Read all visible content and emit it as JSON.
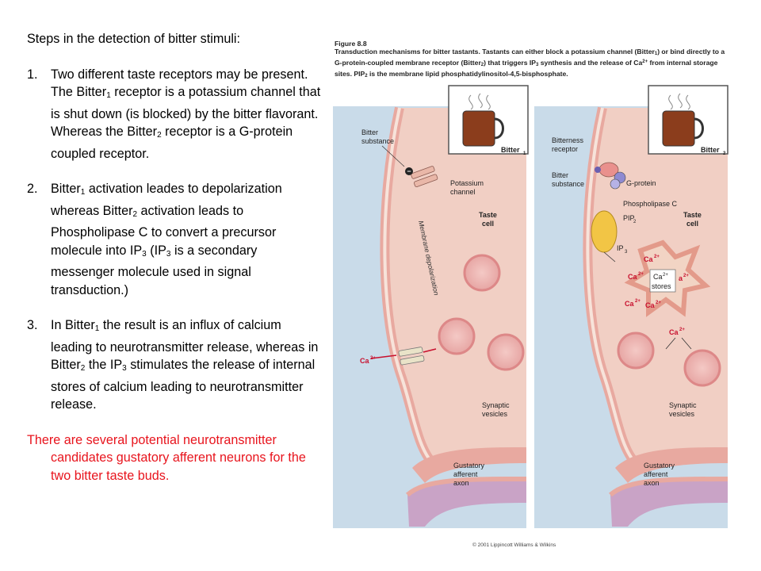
{
  "left_text": {
    "heading": "Steps in the detection of bitter stimuli:",
    "steps": [
      {
        "num": "1.",
        "a": "Two different taste receptors may be present.  The Bitter",
        "s1": "1",
        "b": " receptor is a potassium channel that is shut down (is blocked) by the bitter flavorant.  Whereas the Bitter",
        "s2": "2",
        "c": " receptor is a G-protein coupled receptor."
      },
      {
        "num": "2.",
        "a": "Bitter",
        "s1": "1",
        "b": " activation leades to depolarization whereas Bitter",
        "s2": "2",
        "c": " activation leads to Phospholipase C to convert a precursor molecule into IP",
        "s3": "3",
        "d": " (IP",
        "s4": "3",
        "e": " is a secondary messenger molecule used in signal transduction.)"
      },
      {
        "num": "3.",
        "a": "In Bitter",
        "s1": "1",
        "b": " the result is an influx of calcium leading to neurotransmitter release, whereas in Bitter",
        "s2": "2",
        "c": " the IP",
        "s3": "3",
        "d": " stimulates the release of internal stores of calcium leading to neurotransmitter release."
      }
    ],
    "conclusion": "There are several potential neurotransmitter candidates gustatory afferent neurons for the two bitter taste buds.",
    "conclusion_color": "#e8141d"
  },
  "figure": {
    "title": "Figure 8.8",
    "caption_1": "Transduction mechanisms for bitter tastants. Tastants can either block a potassium channel (Bitter",
    "caption_1_sub": "1",
    "caption_2": ") or bind directly to a G-protein-coupled membrane receptor (Bitter",
    "caption_2_sub": "2",
    "caption_3": ") that triggers IP",
    "caption_3_sub": "3",
    "caption_4": " synthesis and the release of Ca",
    "caption_4_sup": "2+",
    "caption_5": " from internal storage sites. PIP",
    "caption_5_sub": "2",
    "caption_6": " is the membrane lipid phosphatidylinositol-4,5-bisphosphate.",
    "left_panel": {
      "cup_label": "Bitter",
      "cup_sub": "1",
      "bitter_substance_1": "Bitter",
      "bitter_substance_2": "substance",
      "minus": "−",
      "potassium_1": "Potassium",
      "potassium_2": "channel",
      "taste_1": "Taste",
      "taste_2": "cell",
      "membrane": "Membrane depolarization",
      "ca_ion": "Ca",
      "ca_sup": "2+",
      "synaptic_1": "Synaptic",
      "synaptic_2": "vesicles",
      "gustatory_1": "Gustatory",
      "gustatory_2": "afferent",
      "gustatory_3": "axon"
    },
    "right_panel": {
      "cup_label": "Bitter",
      "cup_sub": "2",
      "bitterness_1": "Bitterness",
      "bitterness_2": "receptor",
      "gprotein": "G-protein",
      "bitter_substance_1": "Bitter",
      "bitter_substance_2": "substance",
      "plc": "Phospholipase C",
      "pip": "PIP",
      "pip_sub": "2",
      "taste_1": "Taste",
      "taste_2": "cell",
      "ip": "IP",
      "ip_sub": "3",
      "ca_stores_1": "Ca",
      "ca_stores_sup": "2+",
      "ca_stores_2": "stores",
      "ca_label": "Ca",
      "ca_label_sup": "2+",
      "ca_partial": "a",
      "synaptic_1": "Synaptic",
      "synaptic_2": "vesicles",
      "gustatory_1": "Gustatory",
      "gustatory_2": "afferent",
      "gustatory_3": "axon"
    },
    "copyright": "© 2001 Lippincott Williams & Wilkins",
    "colors": {
      "panel_bg": "#c9dbe9",
      "cell_fill": "#f1cfc4",
      "membrane_outer": "#e8a9a0",
      "membrane_inner": "#f7e3da",
      "ion_red": "#c8102e",
      "axon_fill": "#c9a3c6",
      "plc_fill": "#f2c545",
      "receptor_fill": "#e9908d",
      "gprotein_fill": "#8f8ad1"
    }
  }
}
